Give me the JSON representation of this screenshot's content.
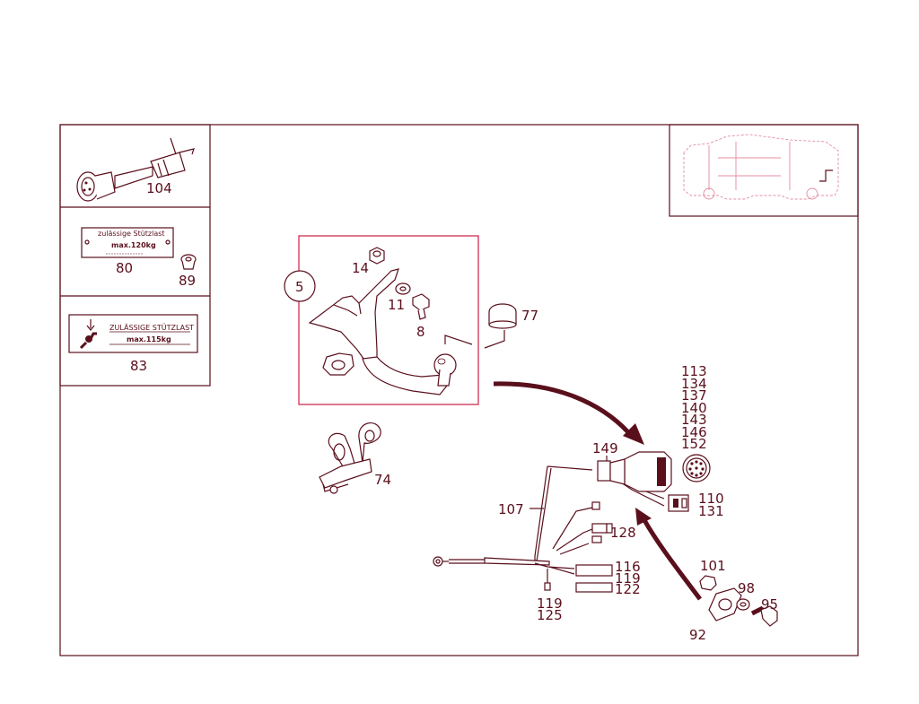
{
  "sticker_80": {
    "line1": "zulässige Stützlast",
    "line2": "max.120kg"
  },
  "sticker_83": {
    "line1": "ZULÄSSIGE STÜTZLAST",
    "line2": "max.115kg"
  },
  "callouts": {
    "c104": "104",
    "c80": "80",
    "c89": "89",
    "c83": "83",
    "c5": "5",
    "c14": "14",
    "c11": "11",
    "c8": "8",
    "c77": "77",
    "c74": "74",
    "c149": "149",
    "c107": "107",
    "c128": "128",
    "c116": "116",
    "c119a": "119",
    "c122": "122",
    "c119b": "119",
    "c125": "125",
    "c110": "110",
    "c131": "131",
    "c101": "101",
    "c98": "98",
    "c95": "95",
    "c92": "92",
    "socket_group": [
      "113",
      "134",
      "137",
      "140",
      "143",
      "146",
      "152"
    ]
  },
  "colors": {
    "line": "#5a0f1c",
    "highlight": "#d03050",
    "thumbnail": "#e48ca0"
  }
}
